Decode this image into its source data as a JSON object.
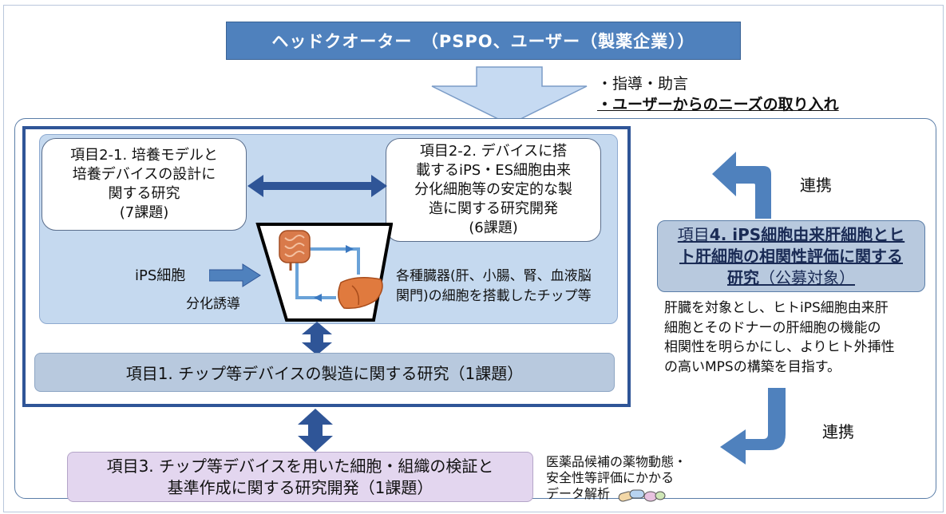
{
  "headquarter": {
    "title": "ヘッドクオーター　（PSPO、ユーザー（製薬企業））"
  },
  "guidance": {
    "line1": "・指導・助言",
    "line2": "・ユーザーからのニーズの取り入れ"
  },
  "item_2_1": {
    "lines": [
      "項目2-1. 培養モデルと",
      "培養デバイスの設計に",
      "関する研究",
      "(7課題)"
    ]
  },
  "item_2_2": {
    "lines": [
      "項目2-2. デバイスに搭",
      "載するiPS・ES細胞由来",
      "分化細胞等の安定的な製",
      "造に関する研究開発",
      "(6課題)"
    ]
  },
  "ips": {
    "label": "iPS細胞",
    "induction": "分化誘導"
  },
  "organ_chip": {
    "line1": "各種臓器(肝、小腸、腎、血液脳",
    "line2": "関門)の細胞を搭載したチップ等"
  },
  "item_1": {
    "text": "項目1. チップ等デバイスの製造に関する研究（1課題）"
  },
  "item_3": {
    "line1": "項目3. チップ等デバイスを用いた細胞・組織の検証と",
    "line2": "基準作成に関する研究開発（1課題）"
  },
  "item_4": {
    "line1_prefix": "項目",
    "line1_rest": "4. iPS細胞由来肝細胞とヒ",
    "line2": "ト肝細胞の相関性評価に関する",
    "line3_bold": "研究",
    "line3_rest": "（公募対象）"
  },
  "item_4_description": {
    "lines": [
      "肝臓を対象とし、ヒトiPS細胞由来肝",
      "細胞とそのドナーの肝細胞の機能の",
      "相関性を明らかにし、よりヒト外挿性",
      "の高いMPSの構築を目指す。"
    ]
  },
  "cooperation_top": "連携",
  "cooperation_bottom": "連携",
  "drug_analysis": {
    "lines": [
      "医薬品候補の薬物動態・",
      "安全性等評価にかかる",
      "データ解析"
    ]
  },
  "colors": {
    "hq_blue": "#4f81bd",
    "dark_arrow": "#2f5597",
    "light_arrow": "#c6daf2",
    "region_blue": "#c5d9ef",
    "item_gray_blue": "#b8c9de",
    "item3_purple": "#e3d6ef"
  }
}
